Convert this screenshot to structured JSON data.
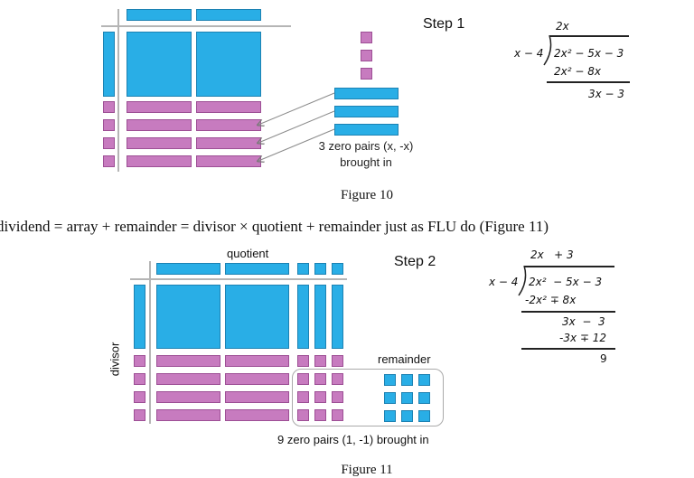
{
  "figure10": {
    "step_label": "Step 1",
    "annotation_line1": "3 zero pairs (x, -x)",
    "annotation_line2": "brought in",
    "caption": "Figure 10",
    "division": {
      "quotient": "2x",
      "divisor": "x − 4",
      "dividend": "2x² − 5x − 3",
      "product": "2x² − 8x",
      "difference": "3x − 3"
    }
  },
  "body_text": "dividend = array + remainder = divisor × quotient + remainder just as FLU do (Figure 11)",
  "figure11": {
    "step_label": "Step 2",
    "quotient_label": "quotient",
    "divisor_label": "divisor",
    "remainder_label": "remainder",
    "annotation": "9 zero pairs (1, -1) brought in",
    "caption": "Figure 11",
    "division": {
      "quotient": "2x   + 3",
      "divisor": "x − 4",
      "dividend": "2x²  − 5x − 3",
      "product": "-2x² ∓ 8x",
      "difference": "3x  −  3",
      "product2": "-3x ∓ 12",
      "remainder": "9"
    }
  },
  "colors": {
    "x_tile": "#29aee6",
    "negative_x_tile": "#c77bbf"
  }
}
